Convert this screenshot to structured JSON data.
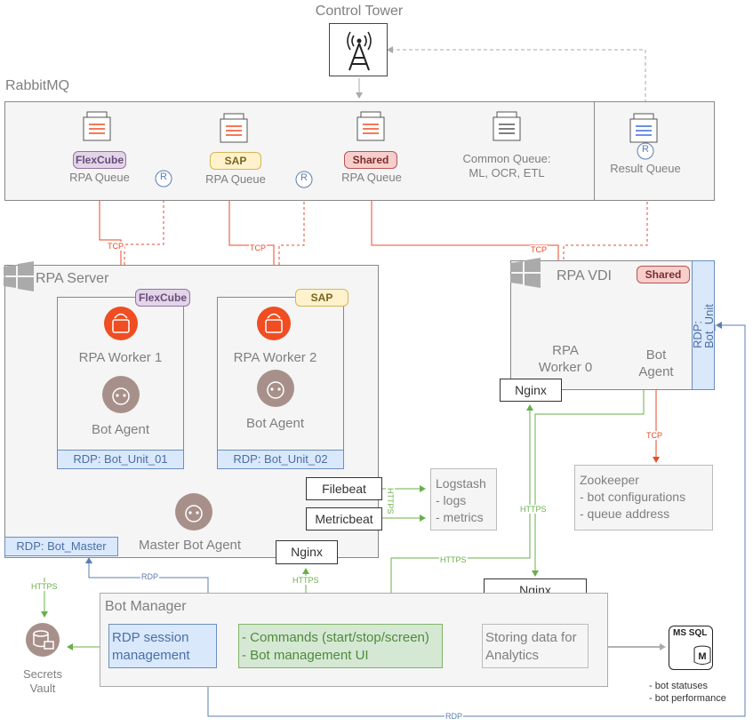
{
  "control_tower": {
    "title": "Control Tower"
  },
  "rabbitmq": {
    "title": "RabbitMQ",
    "queues": [
      {
        "tag": "FlexCube",
        "label": "RPA Queue"
      },
      {
        "tag": "SAP",
        "label": "RPA Queue"
      },
      {
        "tag": "Shared",
        "label": "RPA Queue"
      },
      {
        "label_line1": "Common Queue:",
        "label_line2": "ML, OCR, ETL"
      },
      {
        "label": "Result Queue"
      }
    ],
    "r_badge": "R"
  },
  "rpa_server": {
    "title": "RPA Server",
    "units": [
      {
        "tag": "FlexCube",
        "worker": "RPA Worker 1",
        "agent": "Bot Agent",
        "rdp": "RDP: Bot_Unit_01"
      },
      {
        "tag": "SAP",
        "worker": "RPA Worker 2",
        "agent": "Bot Agent",
        "rdp": "RDP: Bot_Unit_02"
      }
    ],
    "master_agent": "Master Bot Agent",
    "rdp_master": "RDP: Bot_Master"
  },
  "rpa_vdi": {
    "title": "RPA VDI",
    "tag": "Shared",
    "worker_line1": "RPA",
    "worker_line2": "Worker 0",
    "agent_line1": "Bot",
    "agent_line2": "Agent",
    "rdp_line1": "RDP:",
    "rdp_line2": "Bot_Unit"
  },
  "beats": {
    "filebeat": "Filebeat",
    "metricbeat": "Metricbeat"
  },
  "logstash": {
    "title": "Logstash",
    "items": [
      "- logs",
      "- metrics"
    ]
  },
  "zookeeper": {
    "title": "Zookeeper",
    "items": [
      "- bot configurations",
      "- queue address"
    ]
  },
  "nginx": "Nginx",
  "bot_manager": {
    "title": "Bot Manager",
    "rdp_session_line1": "RDP session",
    "rdp_session_line2": "management",
    "commands_line1": "- Commands (start/stop/screen)",
    "commands_line2": "- Bot management UI",
    "storing_line1": "Storing data for",
    "storing_line2": "Analytics"
  },
  "secrets_vault": {
    "line1": "Secrets",
    "line2": "Vault"
  },
  "mssql": {
    "label": "MS SQL",
    "letter": "M",
    "notes": [
      "- bot statuses",
      "- bot performance"
    ]
  },
  "edges": {
    "tcp": "TCP",
    "https": "HTTPS",
    "rdp": "RDP"
  },
  "colors": {
    "red": "#e84a2b",
    "green": "#6aaf4a",
    "blue": "#5a7fb0",
    "grey_line": "#aaaaaa",
    "orange_icon": "#f04d22",
    "brown_icon": "#a8908a"
  }
}
